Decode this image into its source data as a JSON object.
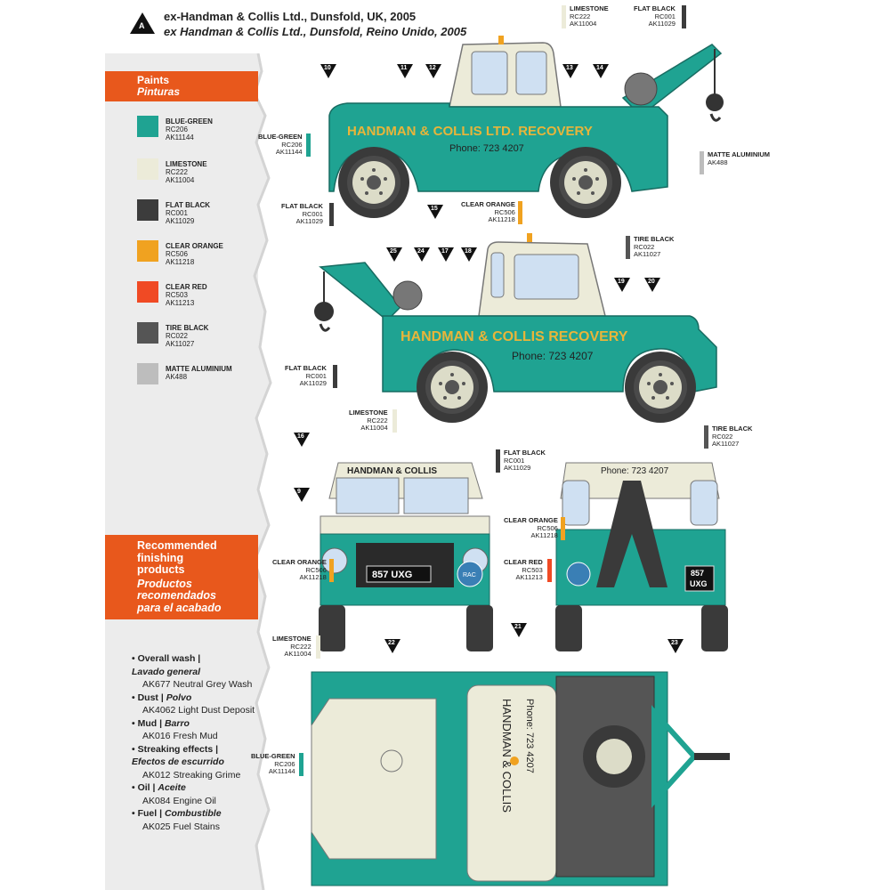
{
  "header": {
    "badge": "A",
    "title_en": "ex-Handman & Collis Ltd., Dunsfold, UK, 2005",
    "title_es": "ex Handman & Collis Ltd., Dunsfold, Reino Unido, 2005"
  },
  "paints": {
    "heading_en": "Paints",
    "heading_es": "Pinturas",
    "items": [
      {
        "name": "BLUE-GREEN",
        "codes": [
          "RC206",
          "AK11144"
        ],
        "color": "#1fa392"
      },
      {
        "name": "LIMESTONE",
        "codes": [
          "RC222",
          "AK11004"
        ],
        "color": "#ecebd9"
      },
      {
        "name": "FLAT BLACK",
        "codes": [
          "RC001",
          "AK11029"
        ],
        "color": "#3c3c3c"
      },
      {
        "name": "CLEAR ORANGE",
        "codes": [
          "RC506",
          "AK11218"
        ],
        "color": "#f0a220"
      },
      {
        "name": "CLEAR RED",
        "codes": [
          "RC503",
          "AK11213"
        ],
        "color": "#f04a24"
      },
      {
        "name": "TIRE BLACK",
        "codes": [
          "RC022",
          "AK11027"
        ],
        "color": "#555555"
      },
      {
        "name": "MATTE ALUMINIUM",
        "codes": [
          "AK488"
        ],
        "color": "#bdbdbd"
      }
    ]
  },
  "finishing": {
    "heading_en": "Recommended finishing products",
    "heading_es": "Productos recomendados para el acabado",
    "items": [
      {
        "label_en": "Overall wash |",
        "label_es": "Lavado general",
        "product": "AK677 Neutral Grey Wash"
      },
      {
        "label_en": "Dust |",
        "label_es": "Polvo",
        "product": "AK4062 Light Dust Deposit"
      },
      {
        "label_en": "Mud |",
        "label_es": "Barro",
        "product": "AK016 Fresh Mud"
      },
      {
        "label_en": "Streaking effects |",
        "label_es": "Efectos de escurrido",
        "product": "AK012 Streaking Grime"
      },
      {
        "label_en": "Oil |",
        "label_es": "Aceite",
        "product": "AK084 Engine Oil"
      },
      {
        "label_en": "Fuel |",
        "label_es": "Combustible",
        "product": "AK025 Fuel Stains"
      }
    ]
  },
  "vehicle": {
    "side_text_1": "HANDMAN & COLLIS LTD. RECOVERY",
    "side_phone_1": "Phone: 723 4207",
    "side_text_2": "HANDMAN & COLLIS RECOVERY",
    "side_phone_2": "Phone: 723 4207",
    "front_text": "HANDMAN & COLLIS",
    "rear_phone": "Phone: 723 4207",
    "plate_front": "857 UXG",
    "plate_rear_1": "857",
    "plate_rear_2": "UXG",
    "top_text": "HANDMAN & COLLIS",
    "top_phone": "Phone: 723 4207",
    "badge_text": "RAC"
  },
  "callouts": {
    "c_limestone_top": {
      "name": "LIMESTONE",
      "codes": [
        "RC222",
        "AK11004"
      ]
    },
    "c_flatblack_top": {
      "name": "FLAT BLACK",
      "codes": [
        "RC001",
        "AK11029"
      ]
    },
    "c_bluegreen_side": {
      "name": "BLUE-GREEN",
      "codes": [
        "RC206",
        "AK11144"
      ]
    },
    "c_matte": {
      "name": "MATTE ALUMINIUM",
      "codes": [
        "AK488"
      ]
    },
    "c_flatblack_side": {
      "name": "FLAT BLACK",
      "codes": [
        "RC001",
        "AK11029"
      ]
    },
    "c_clearorange_side": {
      "name": "CLEAR ORANGE",
      "codes": [
        "RC506",
        "AK11218"
      ]
    },
    "c_tireblack_side": {
      "name": "TIRE BLACK",
      "codes": [
        "RC022",
        "AK11027"
      ]
    },
    "c_flatblack_2": {
      "name": "FLAT BLACK",
      "codes": [
        "RC001",
        "AK11029"
      ]
    },
    "c_limestone_2": {
      "name": "LIMESTONE",
      "codes": [
        "RC222",
        "AK11004"
      ]
    },
    "c_flatblack_front": {
      "name": "FLAT BLACK",
      "codes": [
        "RC001",
        "AK11029"
      ]
    },
    "c_tireblack_rear": {
      "name": "TIRE BLACK",
      "codes": [
        "RC022",
        "AK11027"
      ]
    },
    "c_clearorange_front": {
      "name": "CLEAR ORANGE",
      "codes": [
        "RC506",
        "AK11218"
      ]
    },
    "c_clearorange_mid": {
      "name": "CLEAR ORANGE",
      "codes": [
        "RC506",
        "AK11218"
      ]
    },
    "c_clearred": {
      "name": "CLEAR RED",
      "codes": [
        "RC503",
        "AK11213"
      ]
    },
    "c_limestone_front": {
      "name": "LIMESTONE",
      "codes": [
        "RC222",
        "AK11004"
      ]
    },
    "c_bluegreen_top": {
      "name": "BLUE-GREEN",
      "codes": [
        "RC206",
        "AK11144"
      ]
    }
  },
  "markers": [
    "10",
    "11",
    "12",
    "13",
    "14",
    "15",
    "25",
    "24",
    "17",
    "18",
    "19",
    "20",
    "9",
    "16",
    "21",
    "22",
    "23"
  ]
}
